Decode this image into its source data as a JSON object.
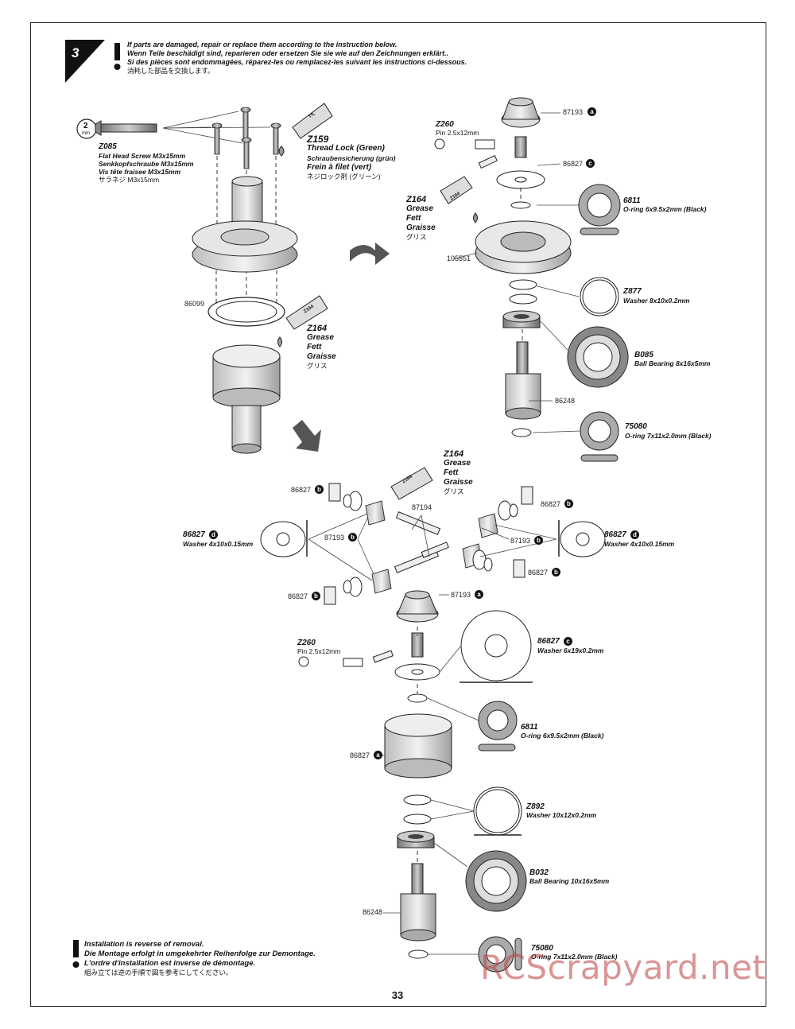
{
  "step": {
    "number": "3"
  },
  "warnings_top": [
    "If parts are damaged, repair or replace them according to the instruction below.",
    "Wenn Teile beschädigt sind, reparieren oder ersetzen Sie sie wie auf den Zeichnungen erklärt..",
    "Si des pièces sont endommagées, réparez-les ou remplacez-les suivant les instructions ci-dessous.",
    "消耗した部品を交換します。"
  ],
  "warnings_bottom": [
    "Installation is reverse of removal.",
    "Die Montage erfolgt in umgekehrter Reihenfolge zur Demontage.",
    "L'ordre d'installation est inverse de démontage.",
    "組み立ては逆の手順で図を参考にしてください。"
  ],
  "tool": {
    "size": "2",
    "unit": "mm"
  },
  "parts": {
    "z085": {
      "code": "Z085",
      "lines": [
        "Flat Head Screw M3x15mm",
        "Senkkopfschraube M3x15mm",
        "Vis tête fraisee M3x15mm"
      ],
      "jp": "サラネジ M3x15mm"
    },
    "z159": {
      "code": "Z159",
      "title": "Thread Lock (Green)",
      "lines": [
        "Schraubensicherung (grün)",
        "Frein à filet (vert)"
      ],
      "jp": "ネジロック剤 (グリーン)",
      "tube_label": "T/L"
    },
    "z164_a": {
      "code": "Z164",
      "lines": [
        "Grease",
        "Fett",
        "Graisse"
      ],
      "jp": "グリス",
      "tube_label": "Z164"
    },
    "z164_b": {
      "code": "Z164",
      "lines": [
        "Grease",
        "Fett",
        "Graisse"
      ],
      "jp": "グリス",
      "tube_label": "Z164"
    },
    "z164_c": {
      "code": "Z164",
      "lines": [
        "Grease",
        "Fett",
        "Graisse"
      ],
      "jp": "グリス",
      "tube_label": "Z164"
    },
    "z260_a": {
      "code": "Z260",
      "desc": "Pin 2.5x12mm"
    },
    "z260_b": {
      "code": "Z260",
      "desc": "Pin 2.5x12mm"
    },
    "p6811_a": {
      "code": "6811",
      "desc": "O-ring 6x9.5x2mm (Black)"
    },
    "p6811_b": {
      "code": "6811",
      "desc": "O-ring 6x9.5x2mm (Black)"
    },
    "z877": {
      "code": "Z877",
      "desc": "Washer 8x10x0.2mm"
    },
    "b085": {
      "code": "B085",
      "desc": "Ball Bearing 8x16x5mm"
    },
    "p75080_a": {
      "code": "75080",
      "desc": "O-ring 7x11x2.0mm (Black)"
    },
    "p75080_b": {
      "code": "75080",
      "desc": "O-ring 7x11x2.0mm (Black)"
    },
    "p86827d_l": {
      "code": "86827",
      "badge": "d",
      "desc": "Washer 4x10x0.15mm"
    },
    "p86827d_r": {
      "code": "86827",
      "badge": "d",
      "desc": "Washer 4x10x0.15mm"
    },
    "p86827c": {
      "code": "86827",
      "badge": "c",
      "desc": "Washer 6x19x0.2mm"
    },
    "z892": {
      "code": "Z892",
      "desc": "Washer 10x12x0.2mm"
    },
    "b032": {
      "code": "B032",
      "desc": "Ball Bearing 10x16x5mm"
    }
  },
  "callouts": {
    "c86099": "86099",
    "c87193a_top": {
      "num": "87193",
      "badge": "a"
    },
    "c86827c_top": {
      "num": "86827",
      "badge": "c"
    },
    "c105551": "105551",
    "c86248_top": "86248",
    "c86827b_1": {
      "num": "86827",
      "badge": "b"
    },
    "c86827b_2": {
      "num": "86827",
      "badge": "b"
    },
    "c86827b_3": {
      "num": "86827",
      "badge": "b"
    },
    "c86827b_4": {
      "num": "86827",
      "badge": "b"
    },
    "c87194": "87194",
    "c87193b_l": {
      "num": "87193",
      "badge": "b"
    },
    "c87193b_r": {
      "num": "87193",
      "badge": "b"
    },
    "c87193a_bot": {
      "num": "87193",
      "badge": "a"
    },
    "c86827a": {
      "num": "86827",
      "badge": "a"
    },
    "c86248_bot": "86248"
  },
  "page_number": "33",
  "watermark": "RCScrapyard.net"
}
